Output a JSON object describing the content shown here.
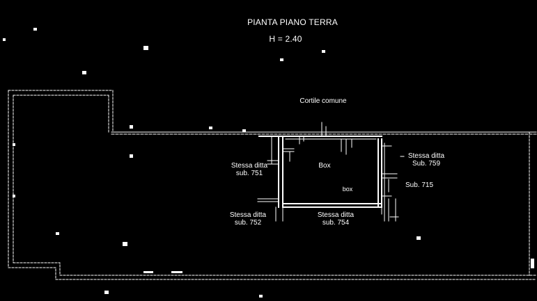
{
  "drawing": {
    "title": "PIANTA PIANO TERRA",
    "height_note": "H = 2.40",
    "courtyard_label": "Cortile comune",
    "box_label": "Box",
    "room_tag": "box"
  },
  "neighbors": {
    "west_upper": {
      "line1": "Stessa ditta",
      "line2": "sub. 751"
    },
    "west_lower": {
      "line1": "Stessa ditta",
      "line2": "sub. 752"
    },
    "south": {
      "line1": "Stessa ditta",
      "line2": "sub. 754"
    },
    "east_upper": {
      "line1": "Stessa ditta",
      "line2": "Sub. 759"
    },
    "east_lower": {
      "line1": "Sub. 715"
    }
  },
  "colors": {
    "background": "#000000",
    "linework": "#ffffff"
  }
}
